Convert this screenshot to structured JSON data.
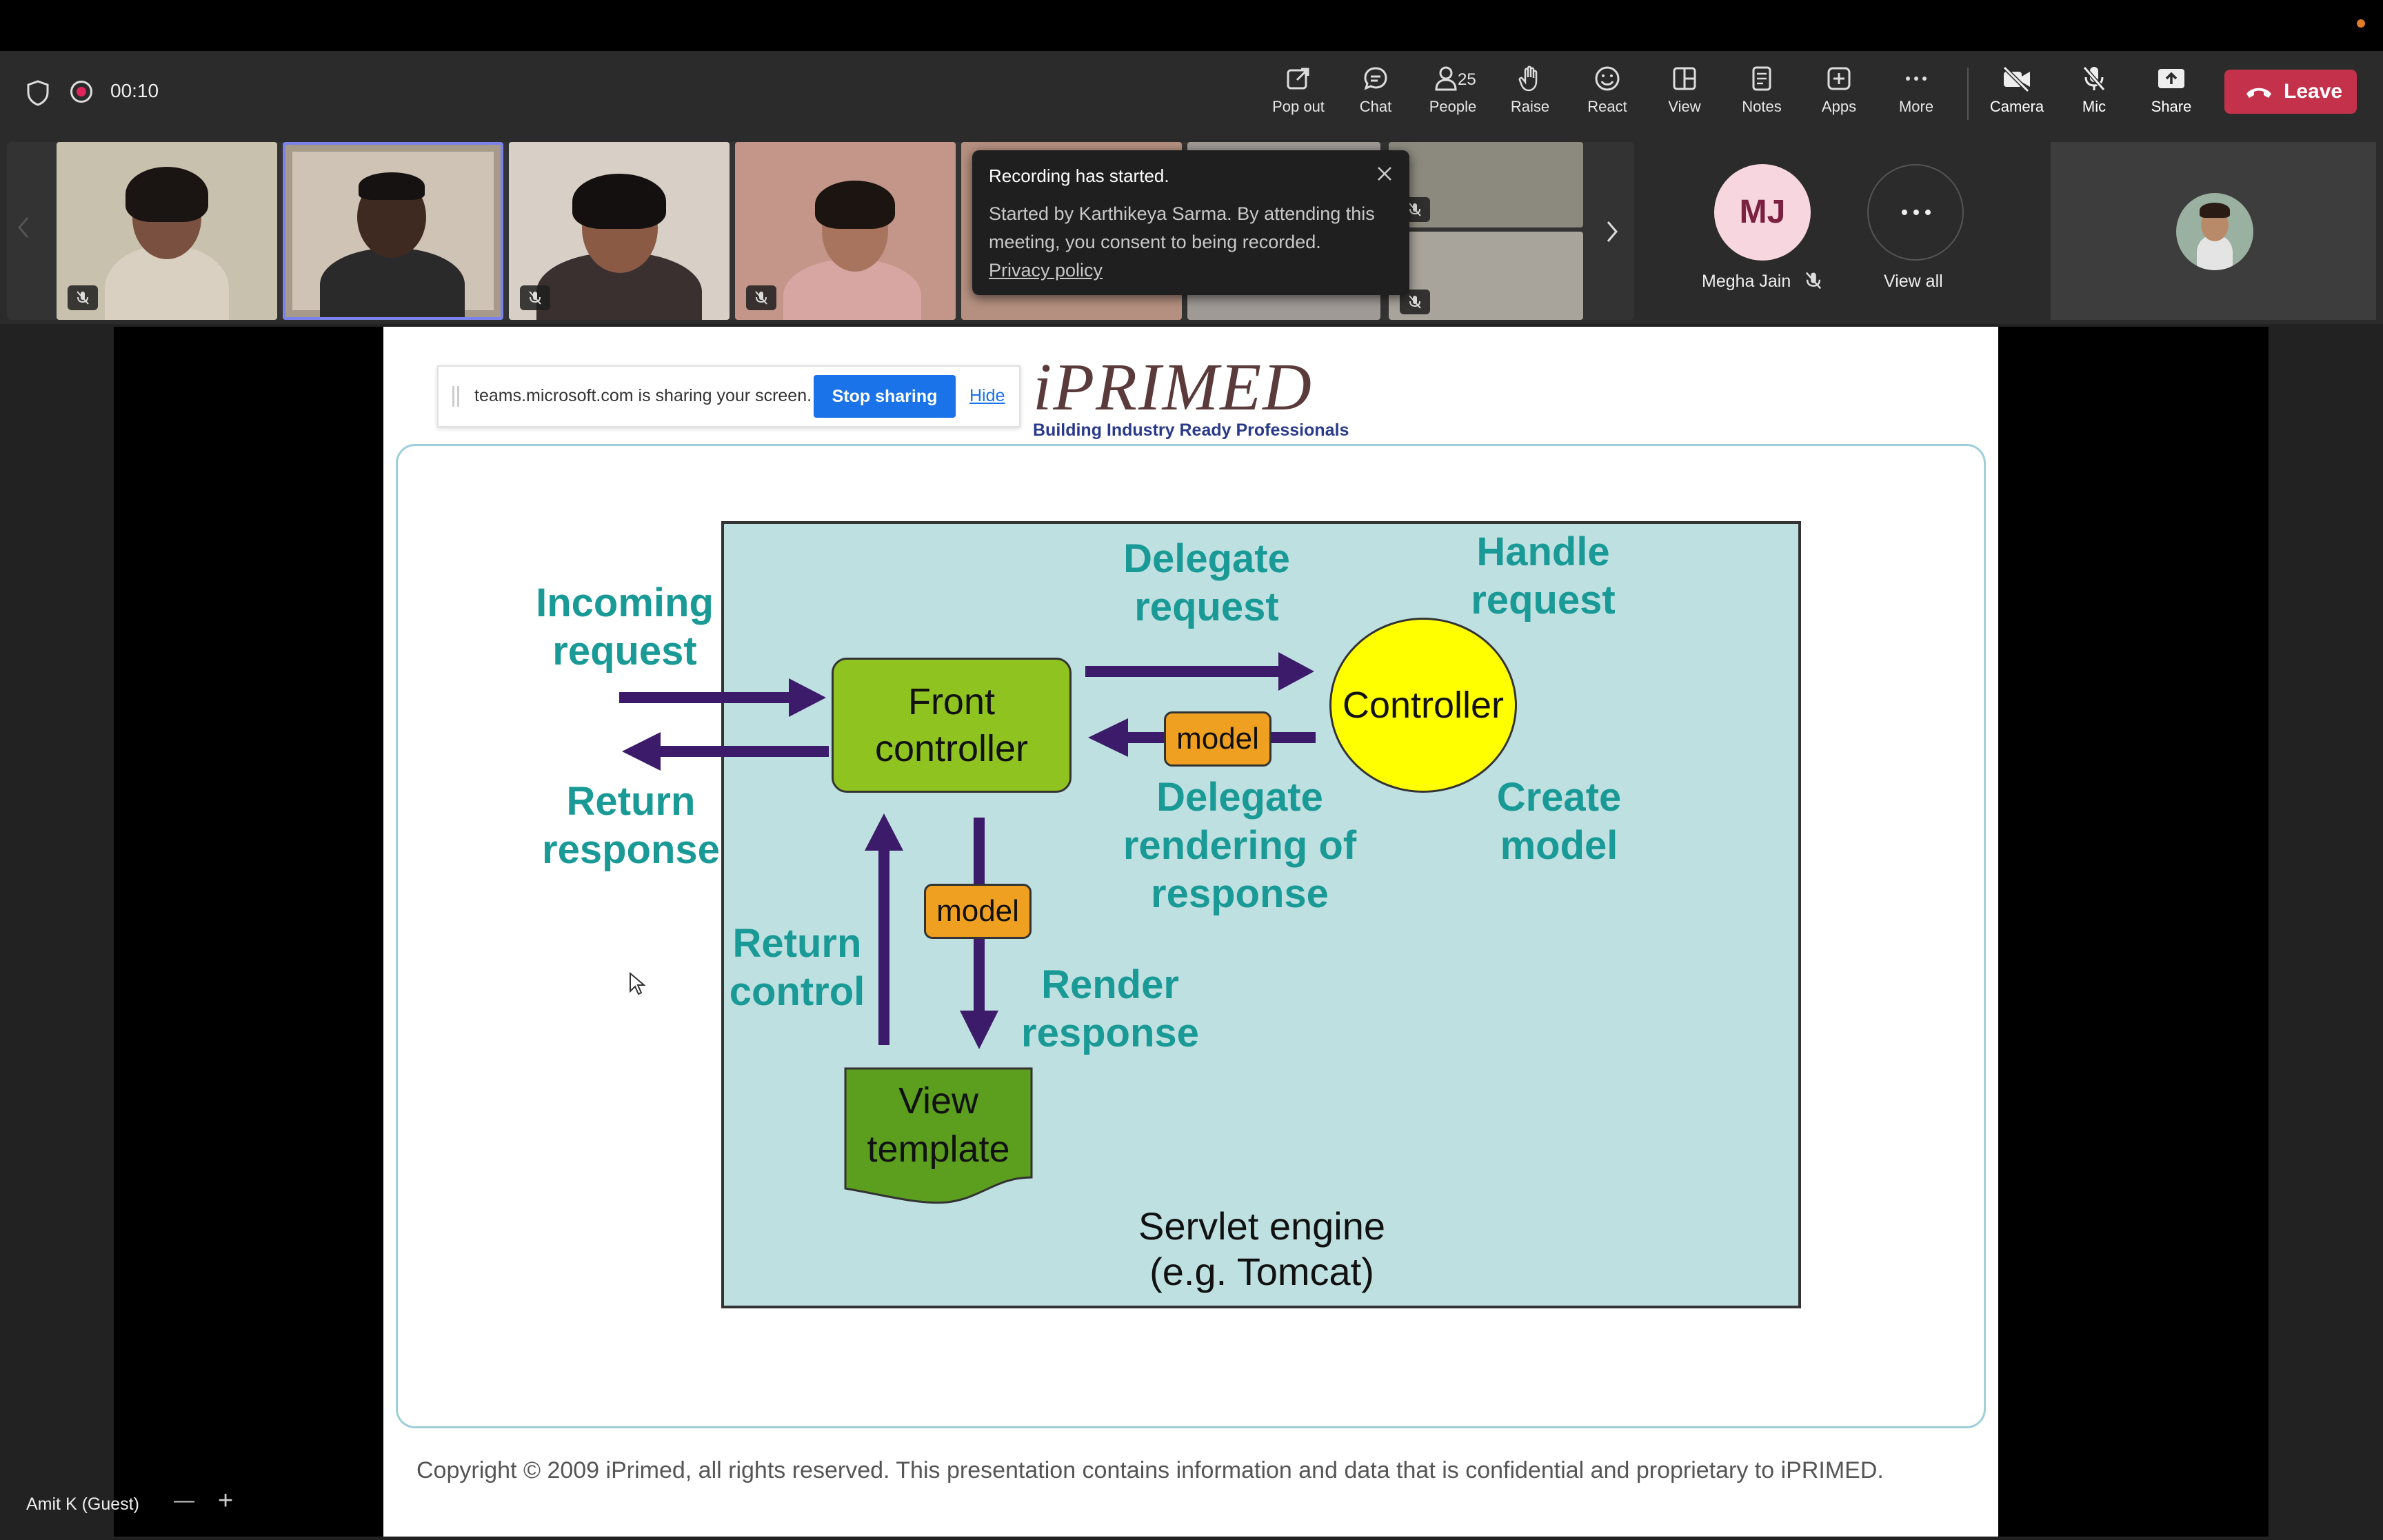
{
  "meeting": {
    "timer": "00:10",
    "toolbar": {
      "pop_out": "Pop out",
      "chat": "Chat",
      "people": "People",
      "people_count": "25",
      "raise": "Raise",
      "react": "React",
      "view": "View",
      "notes": "Notes",
      "apps": "Apps",
      "more": "More",
      "camera": "Camera",
      "mic": "Mic",
      "share": "Share",
      "leave": "Leave"
    },
    "participants": {
      "megha_initials": "MJ",
      "megha_name": "Megha Jain",
      "view_all": "View all"
    },
    "toast": {
      "title": "Recording has started.",
      "body": "Started by Karthikeya Sarma. By attending this meeting, you consent to being recorded.",
      "link": "Privacy policy"
    },
    "self_name": "Amit K (Guest)",
    "zoom_out": "—",
    "zoom_in": "+"
  },
  "share_bar": {
    "message": "teams.microsoft.com is sharing your screen.",
    "stop": "Stop sharing",
    "hide": "Hide"
  },
  "slide": {
    "logo_text": "iPRIMED",
    "logo_tagline": "Building Industry Ready Professionals",
    "incoming_request": "Incoming request",
    "return_response": "Return response",
    "front_controller": "Front controller",
    "delegate_request": "Delegate request",
    "handle_request": "Handle request",
    "controller": "Controller",
    "model_1": "model",
    "model_2": "model",
    "delegate_rendering": "Delegate rendering of response",
    "create_model": "Create model",
    "return_control": "Return control",
    "render_response": "Render response",
    "view_template": "View template",
    "servlet_engine_1": "Servlet engine",
    "servlet_engine_2": "(e.g. Tomcat)",
    "copyright": "Copyright © 2009 iPrimed, all rights reserved. This presentation contains information  and data  that is confidential and proprietary to iPRIMED."
  },
  "colors": {
    "leave_red": "#c4314b",
    "stop_blue": "#1a73e8",
    "teal_text": "#1a9a96",
    "diagram_bg": "#bfe0e0",
    "arrow_purple": "#3c1b6b",
    "box_green": "#8fc31f",
    "model_orange": "#f0a020",
    "controller_yellow": "#ffff00",
    "view_green": "#5c9e1e",
    "speaker_border": "#7b83eb"
  },
  "icons": [
    "shield-icon",
    "record-icon",
    "pop-out-icon",
    "chat-icon",
    "people-icon",
    "raise-hand-icon",
    "react-icon",
    "view-icon",
    "notes-icon",
    "apps-icon",
    "more-icon",
    "camera-off-icon",
    "mic-off-icon",
    "share-icon",
    "phone-icon",
    "chevron-left-icon",
    "chevron-right-icon",
    "close-icon",
    "cursor-icon"
  ]
}
